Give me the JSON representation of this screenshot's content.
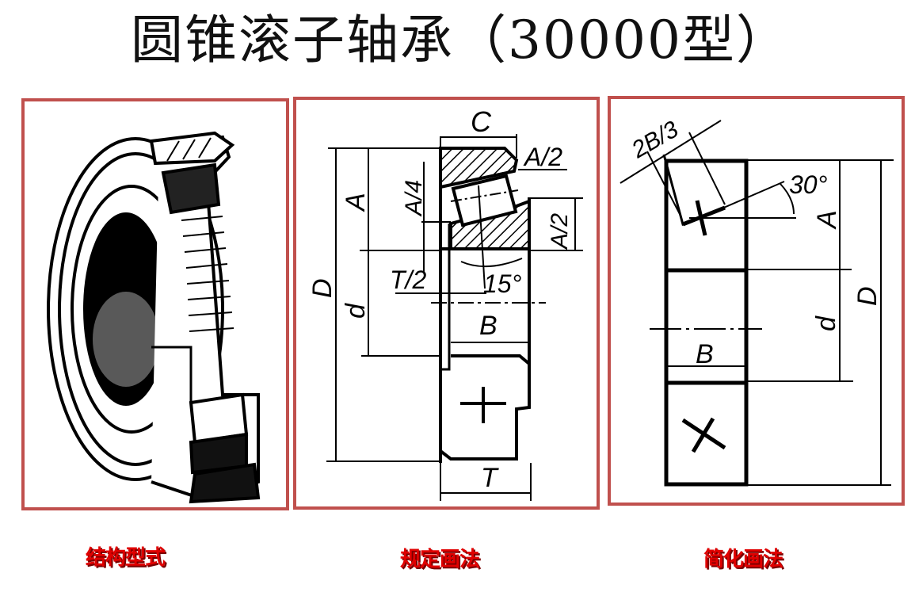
{
  "title": "圆锥滚子轴承（30000型）",
  "panels": [
    {
      "id": "structure",
      "caption": "结构型式",
      "content": "perspective cutaway illustration of tapered roller bearing"
    },
    {
      "id": "standard",
      "caption": "规定画法",
      "labels": {
        "C": "C",
        "A_half_top": "A/2",
        "A_quarter": "A/4",
        "A": "A",
        "A_half_right": "A/2",
        "T_half": "T/2",
        "angle": "15°",
        "D": "D",
        "d": "d",
        "B": "B",
        "T": "T"
      }
    },
    {
      "id": "simplified",
      "caption": "简化画法",
      "labels": {
        "two_b_third": "2B/3",
        "angle": "30°",
        "A": "A",
        "D": "D",
        "d": "d",
        "B": "B"
      }
    }
  ],
  "colors": {
    "border": "#C0504D",
    "caption": "#E00000",
    "caption_shadow": "#7a0000",
    "line": "#000000"
  }
}
